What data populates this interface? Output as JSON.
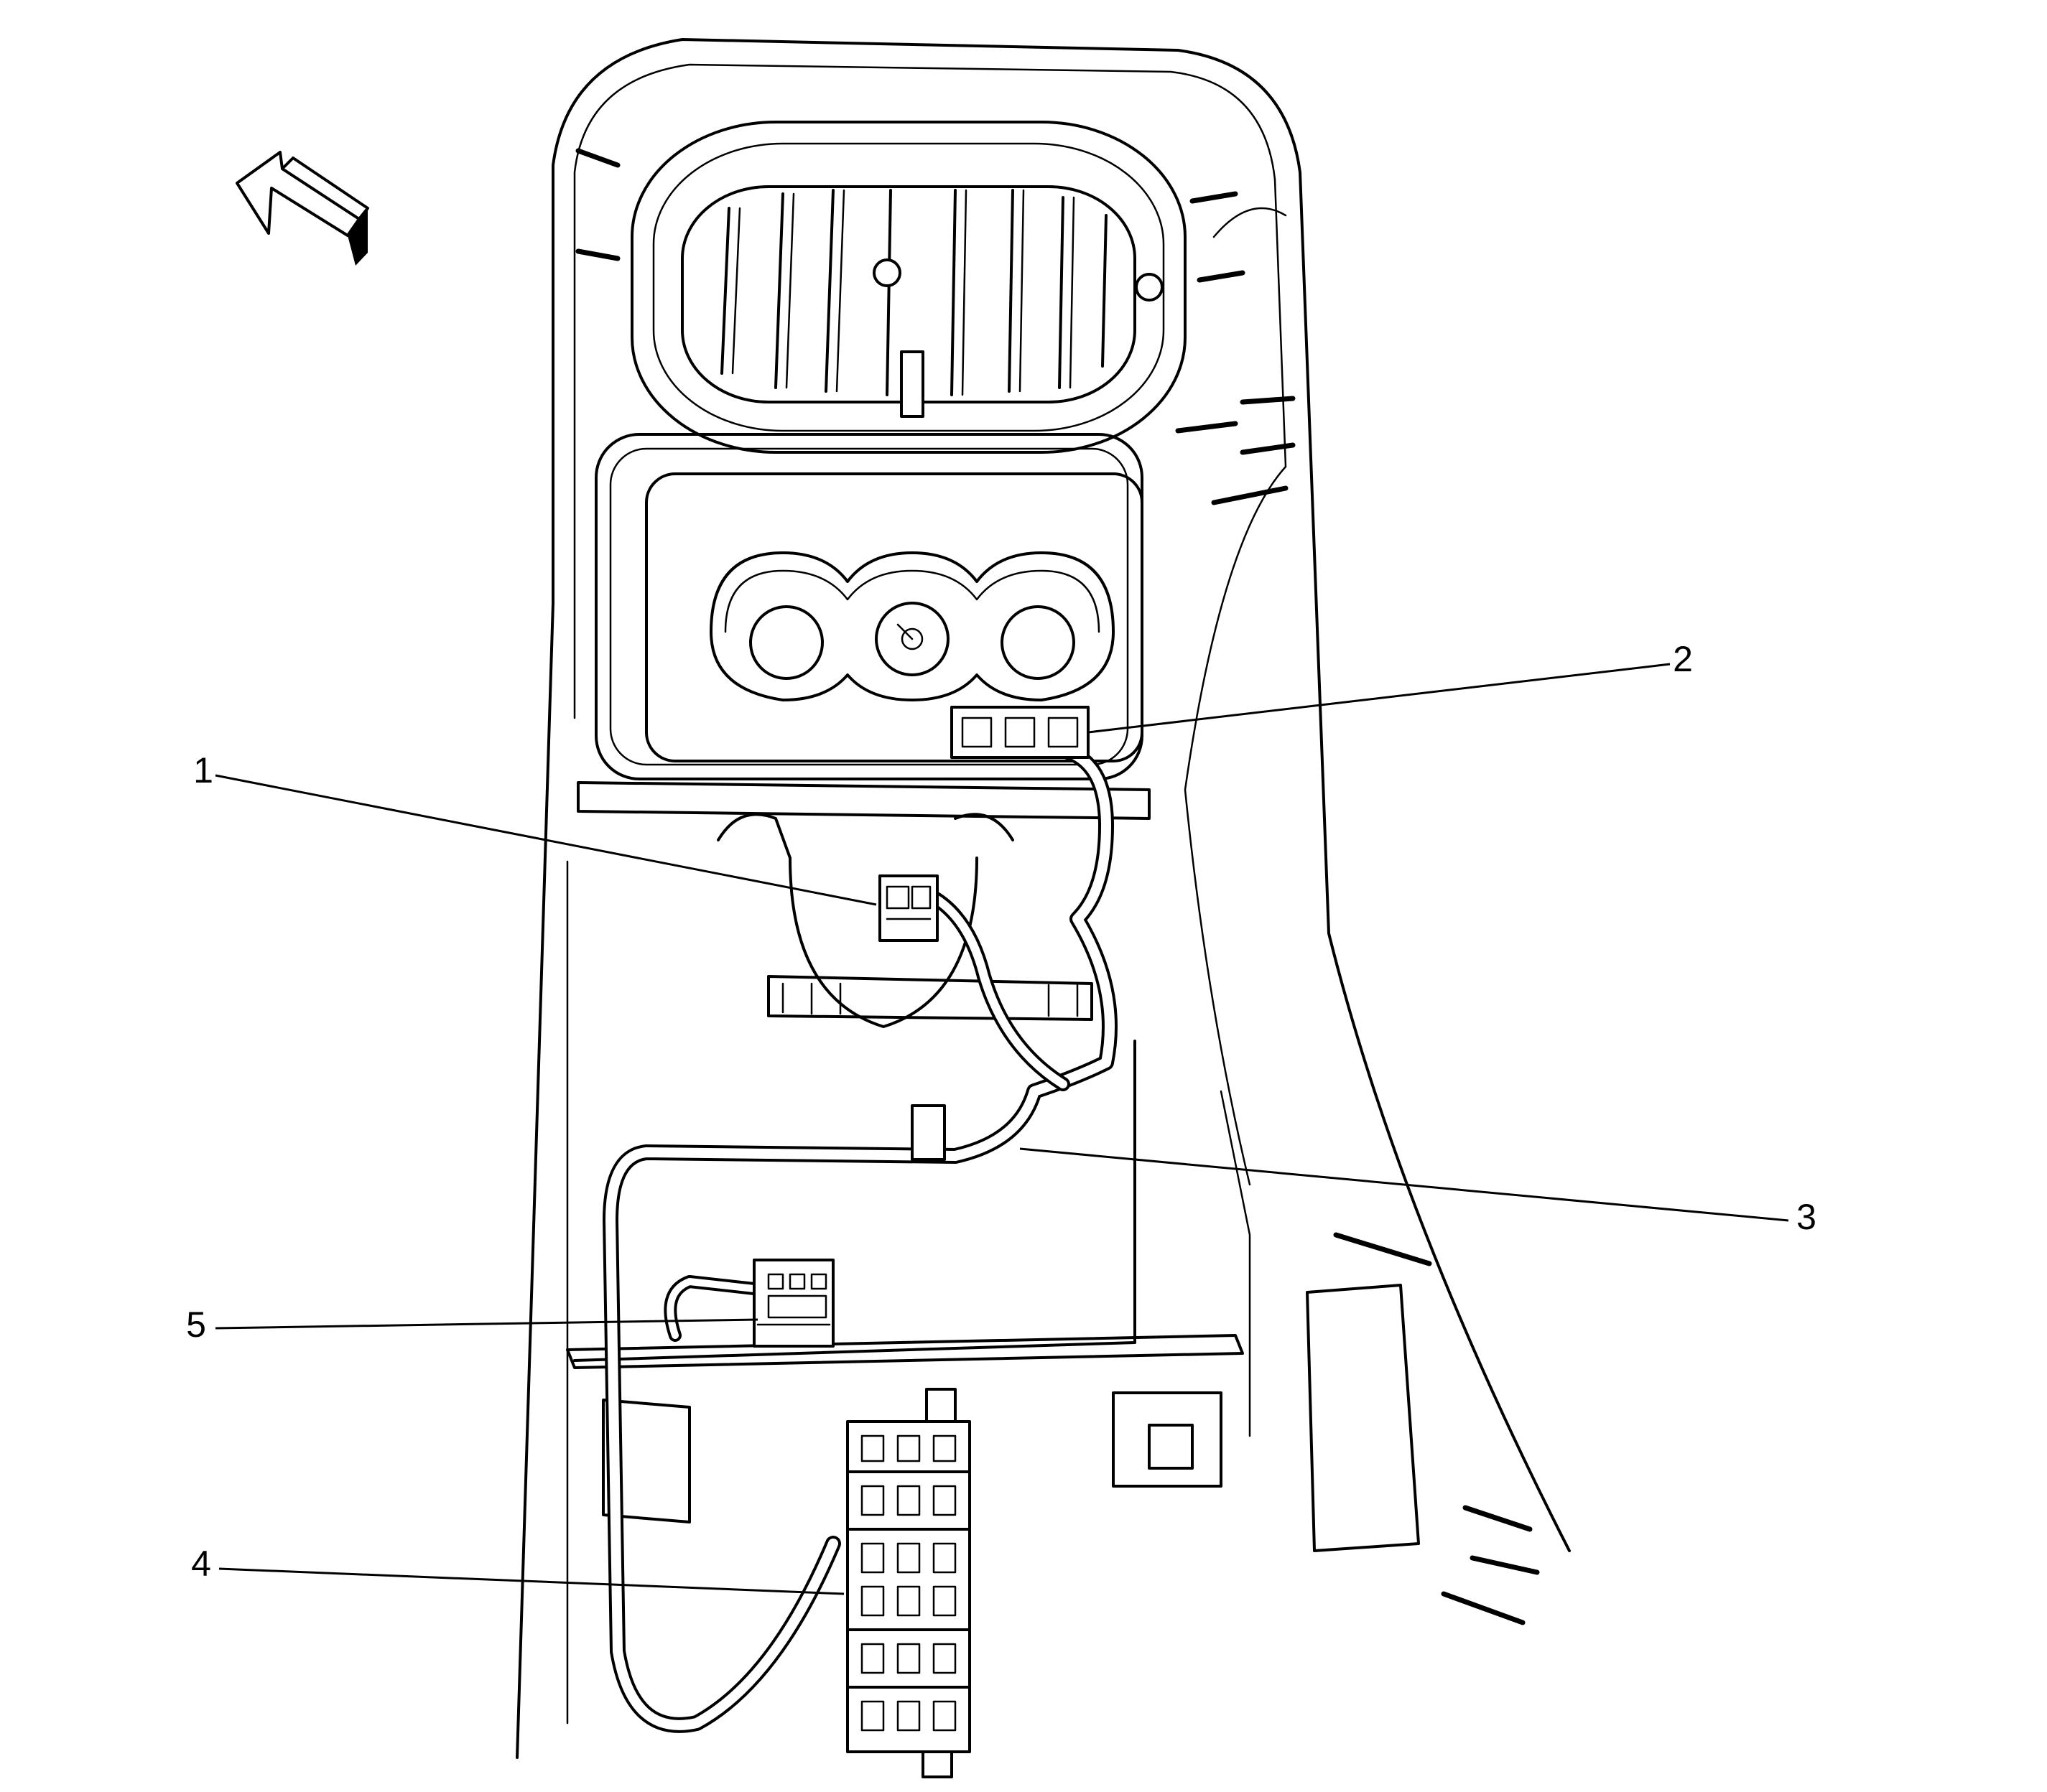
{
  "diagram": {
    "background": "#ffffff",
    "ink": "#000000",
    "orientation_arrow_icon": "front-direction-arrow-icon",
    "callouts": [
      {
        "id": "callout-1",
        "label": "1",
        "target": "connector-1"
      },
      {
        "id": "callout-2",
        "label": "2",
        "target": "connector-2"
      },
      {
        "id": "callout-3",
        "label": "3",
        "target": "wiring-harness"
      },
      {
        "id": "callout-4",
        "label": "4",
        "target": "connector-block-4"
      },
      {
        "id": "callout-5",
        "label": "5",
        "target": "connector-5"
      }
    ]
  }
}
